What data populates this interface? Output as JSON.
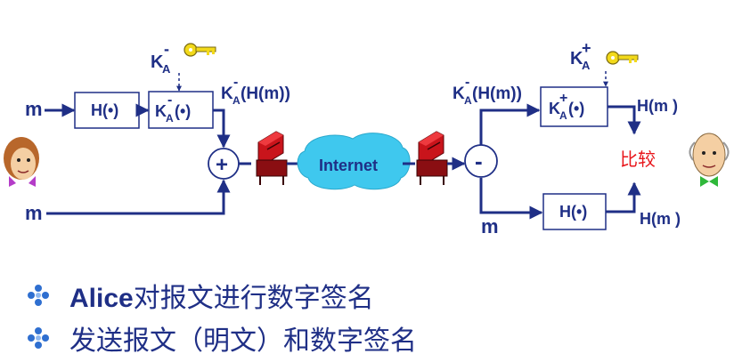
{
  "diagram": {
    "sender_private_key": {
      "base": "K",
      "sub": "A",
      "sup": "-"
    },
    "receiver_public_key": {
      "base": "K",
      "sub": "A",
      "sup": "+"
    },
    "message": "m",
    "hash_box": "H(•)",
    "encrypt_box": {
      "base": "K",
      "sub": "A",
      "sup": "-",
      "arg": "(•)"
    },
    "decrypt_box": {
      "base": "K",
      "sub": "A",
      "sup": "+",
      "arg": "(•)"
    },
    "signature_label": {
      "base": "K",
      "sub": "A",
      "sup": "-",
      "arg": "(H(m))"
    },
    "plus_op": "+",
    "minus_op": "-",
    "internet": "Internet",
    "hash_out_top": "H(m )",
    "hash_out_bottom": "H(m )",
    "compare": "比较"
  },
  "colors": {
    "primary": "#1f2f86",
    "compare": "#e8161b",
    "cloud": "#3fc8ee",
    "key": "#f2d91a"
  },
  "bullets": [
    {
      "bold": "Alice",
      "text": "对报文进行数字签名"
    },
    {
      "bold": "",
      "text": "发送报文（明文）和数字签名"
    }
  ]
}
